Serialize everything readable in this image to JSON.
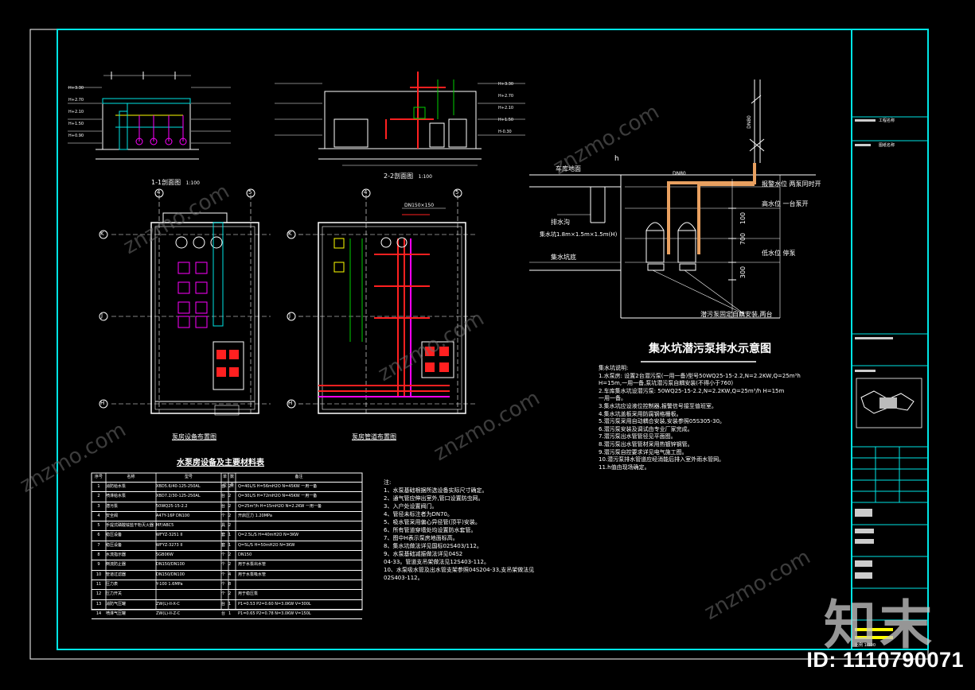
{
  "drawing": {
    "section_1_title": "1-1剖面图",
    "section_1_scale": "1:100",
    "section_2_title": "2-2剖面图",
    "section_2_scale": "1:100",
    "plan_left_title": "泵房设备布置图",
    "plan_right_title": "泵房管道布置图",
    "sump_title": "集水坑潜污泵排水示意图",
    "sump_labels": {
      "garage_floor": "车库地面",
      "trench": "排水沟",
      "pit_size": "集水坑1.8m×1.5m×1.5m(H)",
      "pit_bottom": "集水坑底",
      "alarm_level": "报警水位  两泵同时开",
      "high_level": "高水位  一台泵开",
      "low_level": "低水位  停泵",
      "pump_note": "潜污泵固定自藕安装,两台",
      "dn80": "DN80",
      "h": "h",
      "dim_100": "100",
      "dim_700": "700",
      "dim_300": "300",
      "dn": "DN80"
    },
    "axis_labels": [
      "4",
      "5",
      "K",
      "J",
      "H"
    ],
    "sump_notes_title": "集水坑说明:",
    "sump_notes": [
      "1.水泵房: 设置2台潜污泵(一用一备)型号50WQ25-15-2.2,N=2.2KW,Q=25m³h",
      "  H=15m,一用一备,泵坑潜污泵自耦安装(不得小于760)",
      "2.车库集水坑设潜污泵: 50WQ25-15-2.2,N=2.2KW,Q=25m³/h H=15m",
      "  一用一备。",
      "3.集水坑应设液位控制器,报警信号接至值班室。",
      "4.集水坑盖板采用防腐钢格栅板。",
      "5.潜污泵采用自动耦合安装,安装参照05S305-30。",
      "6.潜污泵安装及调试由专业厂家完成。",
      "7.潜污泵出水管管径见平面图。",
      "8.潜污泵出水管管材采用热镀锌钢管。",
      "9.潜污泵自控要求详见电气施工图。",
      "10.潜污泵排水管道应经消能后排入室外雨水管网。",
      "11.h值由现场确定。"
    ],
    "table": {
      "title": "水泵房设备及主要材料表",
      "headers": [
        "序号",
        "名称",
        "型号",
        "单位",
        "数量",
        "备注"
      ],
      "rows": [
        [
          "1",
          "消防给水泵",
          "XBD5.6/40-125-250AL",
          "台",
          "2",
          "Q=40L/S  H=56mH2O  N=45KW  一用一备"
        ],
        [
          "2",
          "喷淋给水泵",
          "XBD7.2/30-125-250AL",
          "台",
          "2",
          "Q=30L/S  H=72mH2O  N=45KW  一用一备"
        ],
        [
          "3",
          "潜污泵",
          "50WQ25-15-2.2",
          "台",
          "2",
          "Q=25m³/h  H=15mH2O  N=2.2KW  一用一备"
        ],
        [
          "4",
          "安全阀",
          "A47Y-16P DN100",
          "个",
          "2",
          "开启压力  1.20MPa"
        ],
        [
          "5",
          "手提式磷酸铵盐干粉灭火器",
          "MF/ABC5",
          "具",
          "2",
          ""
        ],
        [
          "6",
          "稳压设备",
          "WFYZ-3251 II",
          "套",
          "1",
          "Q=2.5L/S  H=40mH2O  N=3KW"
        ],
        [
          "7",
          "稳压设备",
          "WFYZ-3273 II",
          "套",
          "1",
          "Q=5L/S  H=50mH2O  N=3KW"
        ],
        [
          "8",
          "水流指示器",
          "SGB06W",
          "个",
          "2",
          "DN150"
        ],
        [
          "9",
          "倒流防止器",
          "DN150/DN100",
          "个",
          "2",
          "用于水泵出水管"
        ],
        [
          "10",
          "管道过滤器",
          "DN150/DN100",
          "个",
          "4",
          "用于水泵吸水管"
        ],
        [
          "11",
          "压力表",
          "Y-100 1.6MPa",
          "个",
          "8",
          ""
        ],
        [
          "12",
          "压力开关",
          "",
          "个",
          "2",
          "用于稳压泵"
        ],
        [
          "13",
          "消防气压罐",
          "ZW(L)-II-X-C",
          "台",
          "1",
          "P1=0.53 P2=0.60  N=3.0KW  V=300L"
        ],
        [
          "14",
          "喷淋气压罐",
          "ZW(L)-II-Z-C",
          "台",
          "1",
          "P1=0.65 P2=0.78  N=3.0KW  V=150L"
        ]
      ]
    },
    "general_notes_title": "注:",
    "general_notes": [
      "1、水泵基础根据所选设备实际尺寸确定。",
      "2、通气管应伸出室外,管口设置防虫网。",
      "3、入户处设置阀门。",
      "4、管径未标注者为DN70。",
      "5、吸水管采用偏心异径管(顶平)安装。",
      "6、所有管道穿墙处均设置防水套管。",
      "7、图中H表示泵房地面标高。",
      "8、集水坑做法详见国标02S403/112。",
      "9、水泵基础减振做法详见04S2",
      "04-33。管道支吊架做法见12S403-112。",
      "10、水泵吸水管及出水管支架参照04S204-33,支吊架做法见",
      "02S403-112。"
    ],
    "elev_labels": [
      "H+3.30",
      "H+2.70",
      "H+2.10",
      "H+1.50",
      "H+0.90",
      "H-0.30"
    ],
    "pipe_note": "DN150×150",
    "right_panel": {
      "stamp_1": "工程名称",
      "stamp_2": "图纸名称",
      "stamp_3": "泵房大样图",
      "stamp_4": "比例 1:100"
    },
    "logo": "知末",
    "id_text": "ID: 1110790071",
    "watermark": "znzmo.com",
    "colors": {
      "frame": "#00e5e5",
      "white": "#ffffff",
      "pipe_orange": "#e8a060",
      "red": "#ff2020",
      "magenta": "#ff00ff",
      "green": "#00d000",
      "yellow": "#ffff00"
    }
  }
}
